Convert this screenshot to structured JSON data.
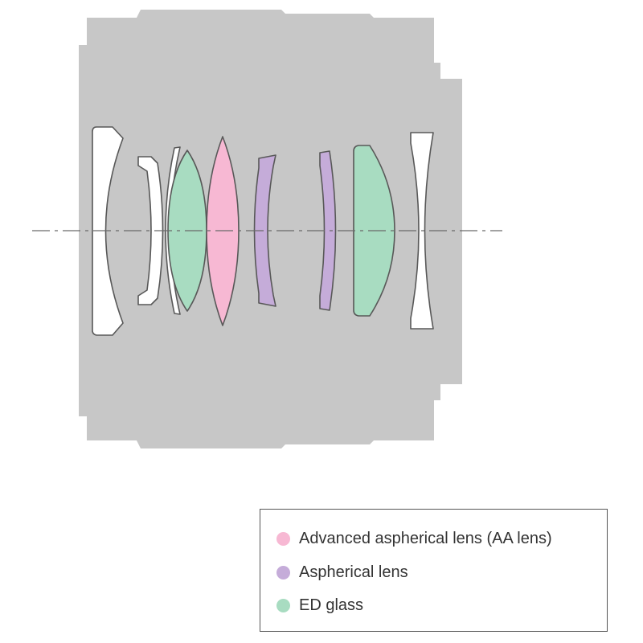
{
  "colors": {
    "barrel": "#c7c7c7",
    "lens_outline": "#585858",
    "plain_glass": "#ffffff",
    "aa_lens": "#f7b8d3",
    "aspherical": "#c5acd9",
    "ed_glass": "#a8dcc1",
    "optical_axis": "#6a6a6a"
  },
  "lens_elements": [
    {
      "type": "plain"
    },
    {
      "type": "plain"
    },
    {
      "type": "plain"
    },
    {
      "type": "ed_glass"
    },
    {
      "type": "aa_lens"
    },
    {
      "type": "aspherical"
    },
    {
      "type": "aspherical"
    },
    {
      "type": "ed_glass"
    },
    {
      "type": "plain"
    }
  ],
  "legend": {
    "items": [
      {
        "label": "Advanced aspherical lens (AA lens)",
        "color": "#f7b8d3"
      },
      {
        "label": "Aspherical lens",
        "color": "#c5acd9"
      },
      {
        "label": "ED glass",
        "color": "#a8dcc1"
      }
    ]
  }
}
